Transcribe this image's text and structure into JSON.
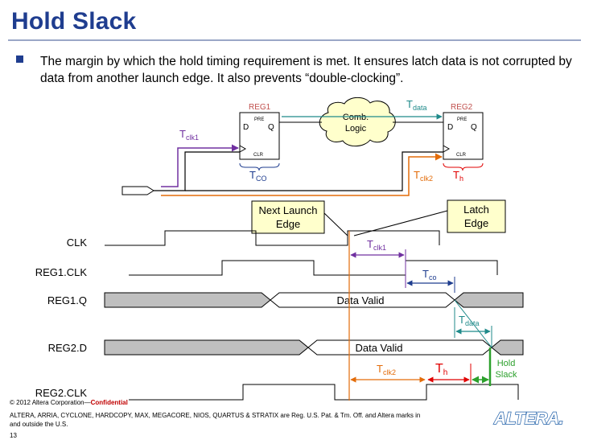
{
  "title": "Hold Slack",
  "bullet": "The margin by which the hold timing requirement is met.  It ensures latch data is not corrupted by data from another launch edge.  It also prevents “double-clocking”.",
  "schematic": {
    "reg1": {
      "name": "REG1",
      "pre": "PRE",
      "d": "D",
      "q": "Q",
      "clr": "CLR"
    },
    "reg2": {
      "name": "REG2",
      "pre": "PRE",
      "d": "D",
      "q": "Q",
      "clr": "CLR"
    },
    "logic": {
      "line1": "Comb.",
      "line2": "Logic"
    },
    "t_clk1": {
      "base": "T",
      "sub": "clk1"
    },
    "t_co": {
      "base": "T",
      "sub": "CO"
    },
    "t_data": {
      "base": "T",
      "sub": "data"
    },
    "t_clk2": {
      "base": "T",
      "sub": "clk2"
    },
    "t_h": {
      "base": "T",
      "sub": "h"
    }
  },
  "callouts": {
    "next_launch": {
      "line1": "Next Launch",
      "line2": "Edge"
    },
    "latch": {
      "line1": "Latch",
      "line2": "Edge"
    }
  },
  "waveforms": {
    "clk": "CLK",
    "reg1_clk": "REG1.CLK",
    "reg1_q": "REG1.Q",
    "reg2_d": "REG2.D",
    "reg2_clk": "REG2.CLK",
    "data_valid_1": "Data Valid",
    "data_valid_2": "Data Valid"
  },
  "timing": {
    "t_clk1": {
      "base": "T",
      "sub": "clk1"
    },
    "t_co": {
      "base": "T",
      "sub": "co"
    },
    "t_data": {
      "base": "T",
      "sub": "data"
    },
    "t_clk2": {
      "base": "T",
      "sub": "clk2"
    },
    "t_h": {
      "base": "T",
      "sub": "h"
    },
    "hold": {
      "line1": "Hold",
      "line2": "Slack"
    }
  },
  "footer": {
    "copyright": "© 2012 Altera Corporation—",
    "confidential": "Confidential",
    "legal": "ALTERA, ARRIA, CYCLONE, HARDCOPY, MAX, MEGACORE, NIOS, QUARTUS & STRATIX are Reg. U.S. Pat. & Tm. Off. and Altera marks in and outside the U.S.",
    "page": "13",
    "logo": "ALTERA."
  },
  "colors": {
    "title": "#1f3d8f",
    "reg_label": "#c0504d",
    "purple": "#7030a0",
    "teal": "#1f8a8a",
    "orange": "#e36c09",
    "red": "#e00000",
    "blue": "#1f3d8f",
    "green": "#2ca02c",
    "callout_fill": "#ffffcc",
    "logic_fill": "#ffffcc",
    "bus_fill": "#bfbfbf",
    "logo_blue": "#1f5fa8"
  }
}
